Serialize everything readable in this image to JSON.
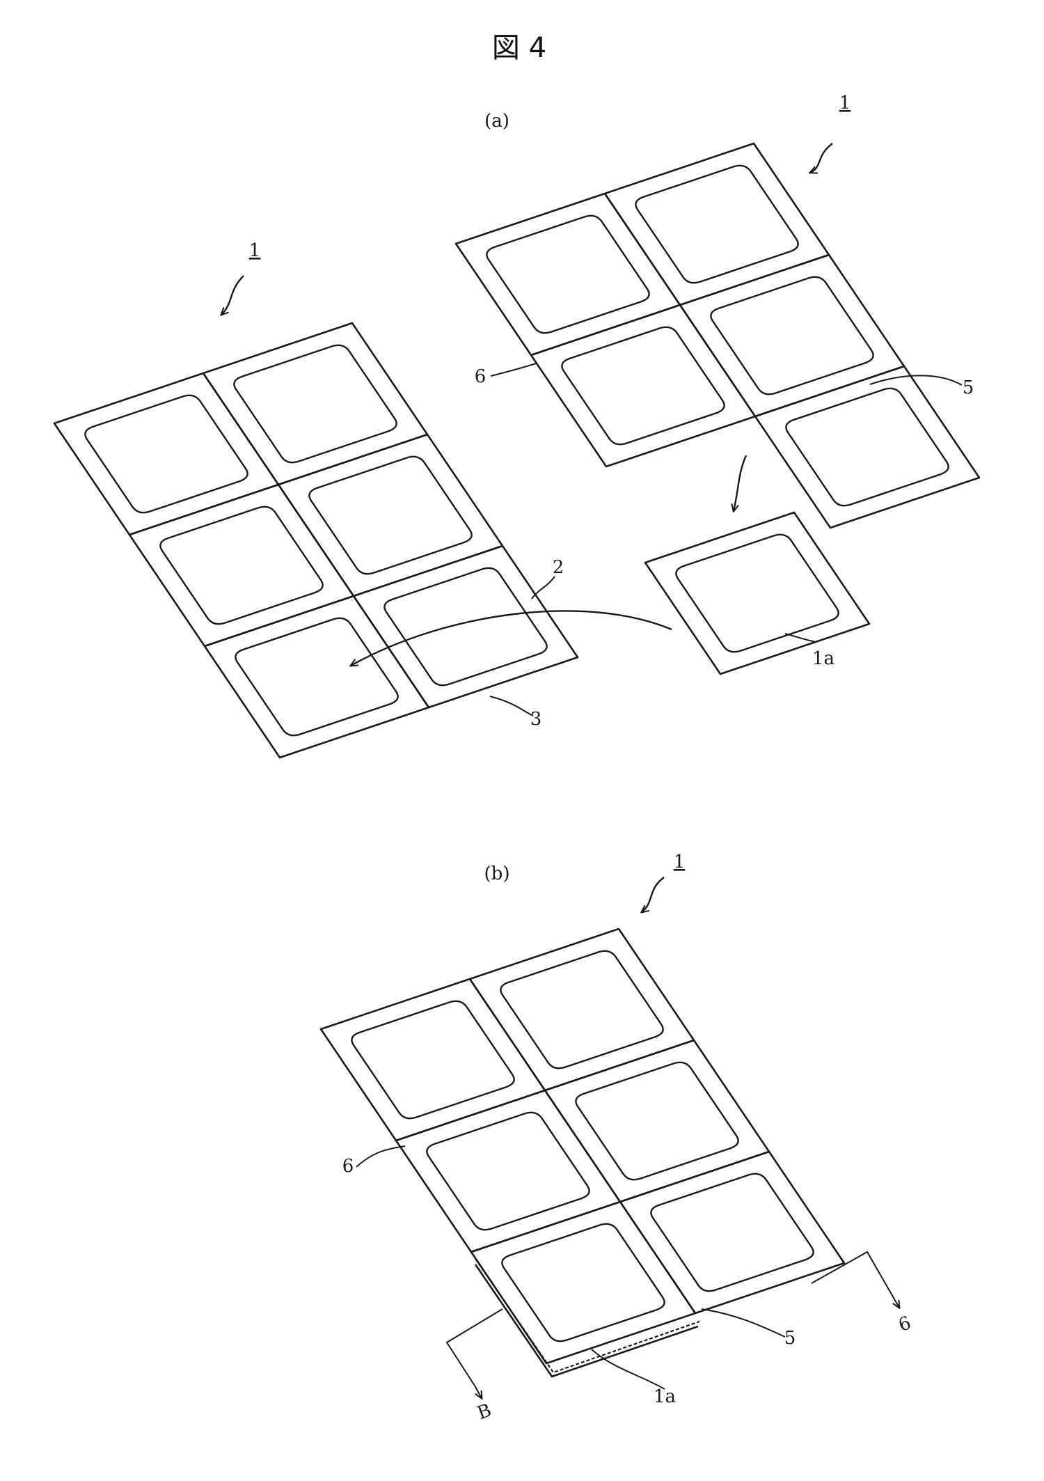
{
  "figure": {
    "title": "図 4",
    "panel_a": "(a)",
    "panel_b": "(b)"
  },
  "labels": {
    "sheet_a_left": "1",
    "sheet_a_right": "1",
    "sheet_b": "1",
    "ref_2": "2",
    "ref_3": "3",
    "ref_5_a": "5",
    "ref_5_b": "5",
    "ref_6_a": "6",
    "ref_6_b": "6",
    "ref_1a_a": "1a",
    "ref_1a_b": "1a",
    "section_left": "B",
    "section_right": "6"
  },
  "colors": {
    "line": "#1a1a1a",
    "background": "#ffffff"
  }
}
